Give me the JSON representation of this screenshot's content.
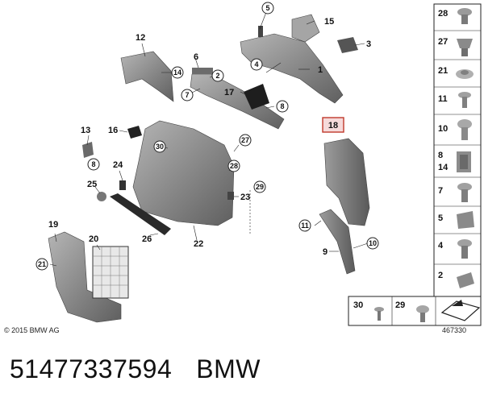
{
  "callouts": {
    "c1": "1",
    "c2": "2",
    "c3": "3",
    "c4": "4",
    "c5": "5",
    "c6": "6",
    "c7": "7",
    "c8": "8",
    "c9": "9",
    "c10": "10",
    "c11": "11",
    "c12": "12",
    "c13": "13",
    "c14": "14",
    "c15": "15",
    "c16": "16",
    "c17": "17",
    "c18": "18",
    "c19": "19",
    "c20": "20",
    "c21": "21",
    "c22": "22",
    "c23": "23",
    "c24": "24",
    "c25": "25",
    "c26": "26",
    "c27": "27",
    "c28": "28",
    "c29": "29",
    "c30": "30",
    "c8b": "8"
  },
  "side_panel": {
    "rows": [
      "28",
      "27",
      "21",
      "11",
      "10",
      "8",
      "14",
      "7",
      "5",
      "4",
      "2"
    ]
  },
  "bottom_panel": {
    "items": [
      "30",
      "29"
    ]
  },
  "footer": {
    "copyright": "© 2015 BMW AG",
    "reference": "467330",
    "part_number": "51477337594",
    "brand": "BMW"
  },
  "colors": {
    "part_fill": "#8a8a8a",
    "part_dark": "#5e5e5e",
    "highlight_box": "#c0392b"
  }
}
